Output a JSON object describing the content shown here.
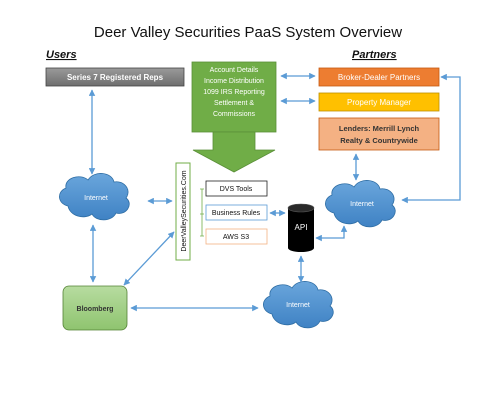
{
  "title": "Deer Valley Securities PaaS System Overview",
  "sections": {
    "users": "Users",
    "partners": "Partners"
  },
  "nodes": {
    "series7": "Series 7 Registered Reps",
    "account_block": {
      "line1": "Account Details",
      "line2": "Income Distribution",
      "line3": "1099 IRS Reporting",
      "line4": "Settlement &",
      "line5": "Commissions"
    },
    "broker_dealer": "Broker-Dealer Partners",
    "property_manager": "Property Manager",
    "lenders": {
      "line1": "Lenders: Merrill Lynch",
      "line2": "Realty & Countrywide"
    },
    "internet_left": "Internet",
    "internet_right": "Internet",
    "internet_bottom": "Internet",
    "dvs_vertical": "DeerValleySecurities.Com",
    "dvs_tools": "DVS Tools",
    "business_rules": "Business Rules",
    "aws_s3": "AWS S3",
    "api": "API",
    "bloomberg": "Bloomberg"
  },
  "colors": {
    "arrow": "#5b9bd5",
    "cloud": "#5b9bd5",
    "green_box": "#70ad47",
    "orange": "#ed7d31",
    "gold": "#ffc000",
    "salmon": "#f4b183",
    "gray": "#7f7f7f",
    "bloomberg": "#a9d18e"
  }
}
